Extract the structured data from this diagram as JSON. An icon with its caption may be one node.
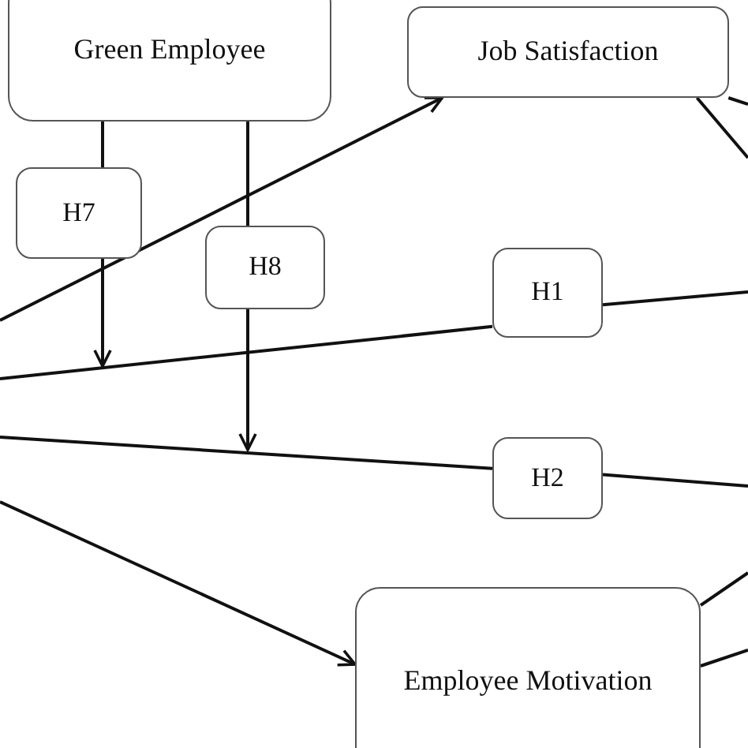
{
  "diagram": {
    "nodes": [
      {
        "text": [
          "Green Employee"
        ]
      },
      {
        "text": [
          "Job Satisfaction"
        ]
      },
      {
        "text": [
          "H7"
        ]
      },
      {
        "text": [
          "H8"
        ]
      },
      {
        "text": [
          "H1"
        ]
      },
      {
        "text": [
          "H2"
        ]
      },
      {
        "text": [
          "Employee Motivation"
        ]
      }
    ],
    "edges": [
      {
        "from": null,
        "to": 1,
        "arrow": "to"
      },
      {
        "from": null,
        "to": 4,
        "arrow": "none"
      },
      {
        "from": 4,
        "to": null,
        "arrow": "none"
      },
      {
        "from": null,
        "to": 5,
        "arrow": "none"
      },
      {
        "from": 5,
        "to": null,
        "arrow": "none"
      },
      {
        "from": null,
        "to": 6,
        "arrow": "to"
      },
      {
        "from": 0,
        "to": 2,
        "arrow": "none"
      },
      {
        "from": 2,
        "to": null,
        "arrow": "to"
      },
      {
        "from": 0,
        "to": 3,
        "arrow": "none"
      },
      {
        "from": 3,
        "to": null,
        "arrow": "to"
      },
      {
        "from": 1,
        "to": null,
        "arrow": "none"
      },
      {
        "from": 1,
        "to": null,
        "arrow": "none"
      },
      {
        "from": 6,
        "to": null,
        "arrow": "none"
      },
      {
        "from": 6,
        "to": null,
        "arrow": "none"
      }
    ]
  }
}
